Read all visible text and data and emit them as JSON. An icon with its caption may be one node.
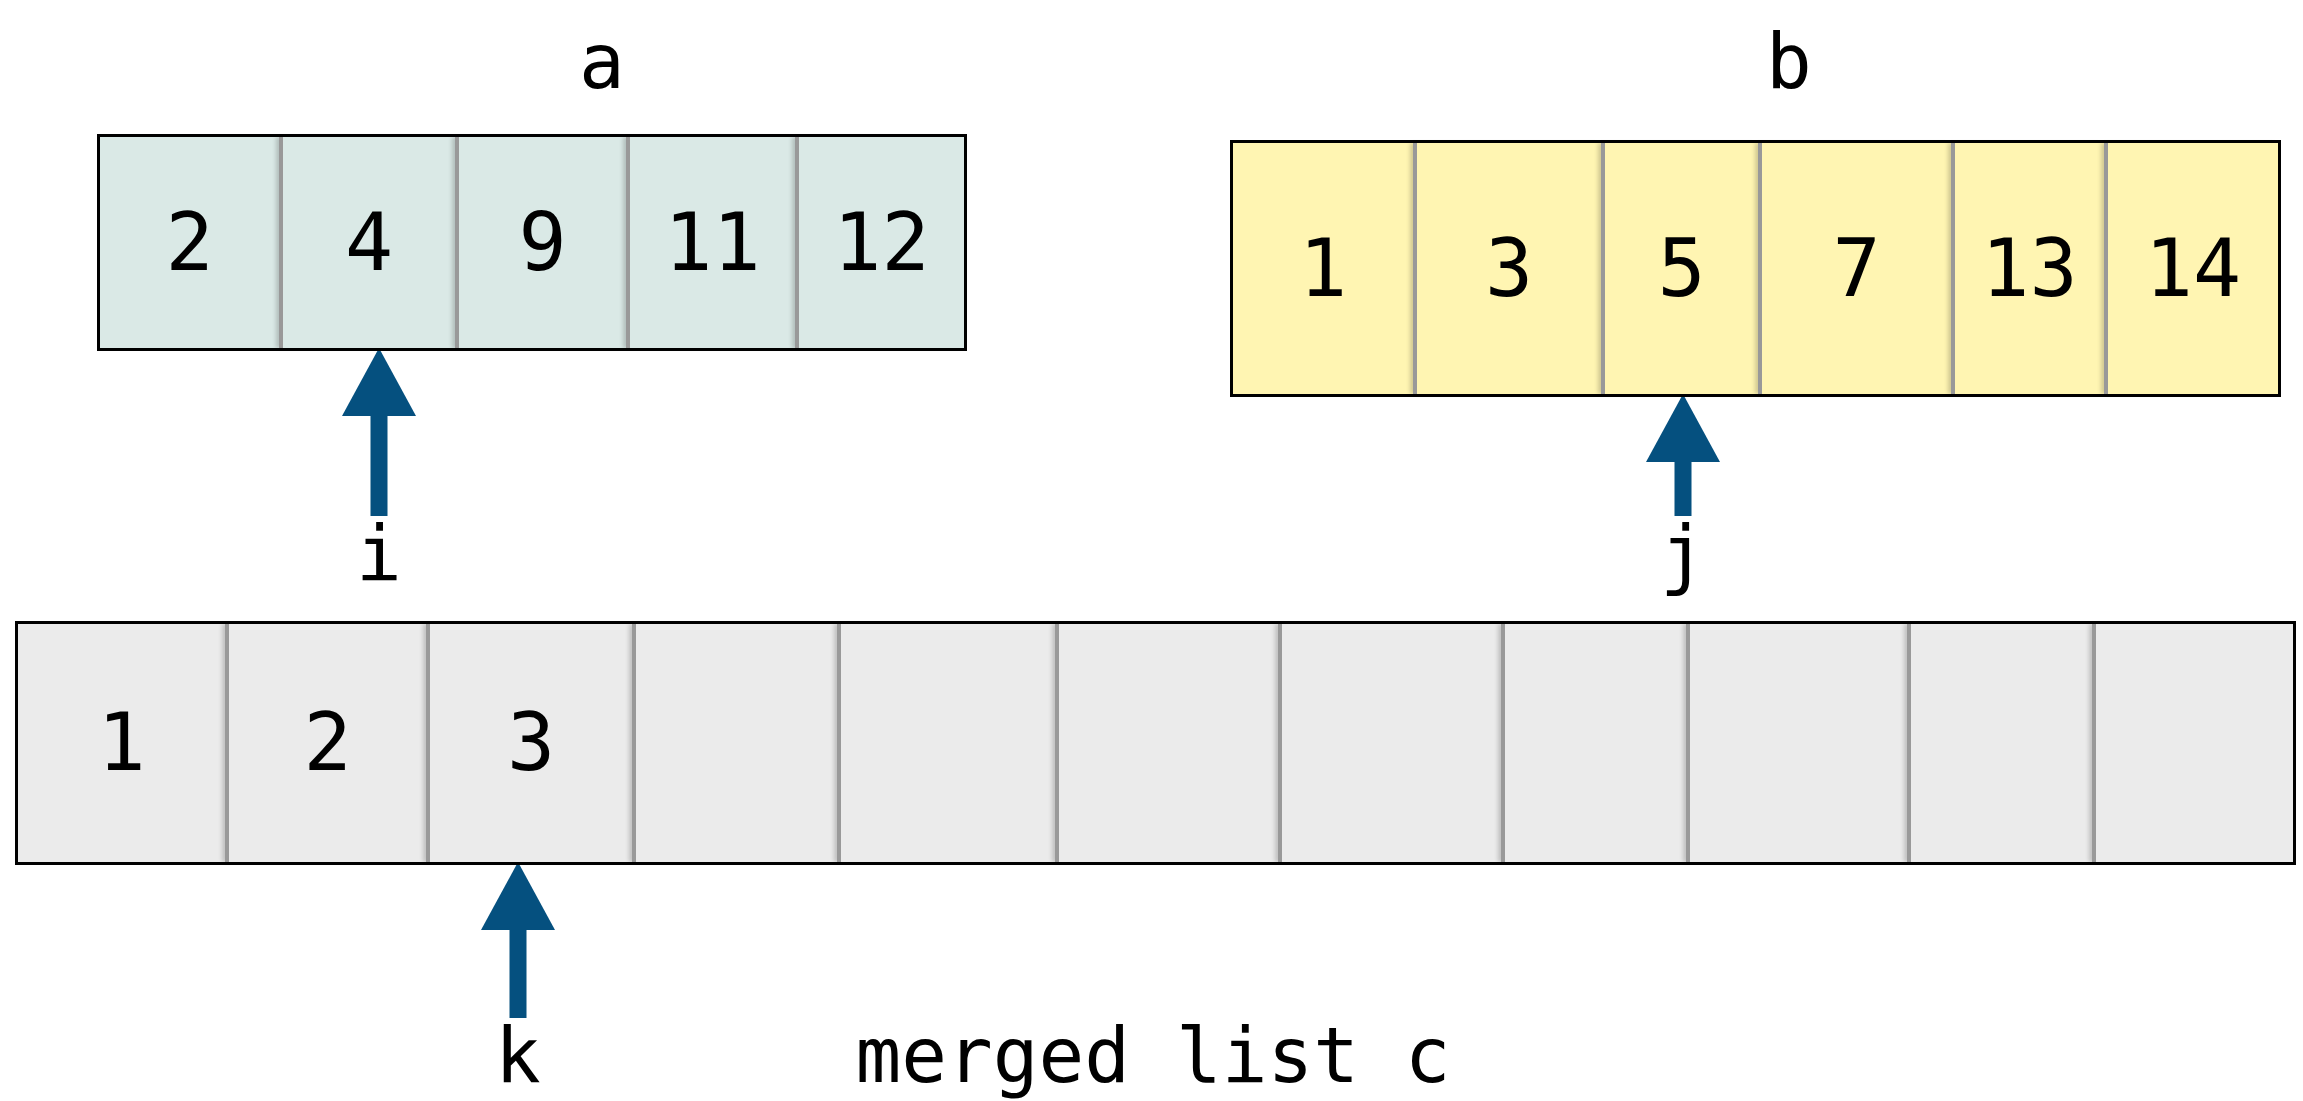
{
  "diagram": {
    "nodes": [
      {
        "text": [
          "a"
        ]
      },
      {
        "text": [
          "2"
        ],
        "in": 0
      },
      {
        "text": [
          "4"
        ],
        "in": 0
      },
      {
        "text": [
          "9"
        ],
        "in": 0
      },
      {
        "text": [
          "11"
        ],
        "in": 0
      },
      {
        "text": [
          "12"
        ],
        "in": 0
      },
      {
        "text": [
          "b"
        ]
      },
      {
        "text": [
          "1"
        ],
        "in": 6
      },
      {
        "text": [
          "3"
        ],
        "in": 6
      },
      {
        "text": [
          "5"
        ],
        "in": 6
      },
      {
        "text": [
          "7"
        ],
        "in": 6
      },
      {
        "text": [
          "13"
        ],
        "in": 6
      },
      {
        "text": [
          "14"
        ],
        "in": 6
      },
      {
        "text": [
          "i"
        ]
      },
      {
        "text": [
          "j"
        ]
      },
      {
        "text": [
          "merged list c"
        ]
      },
      {
        "text": [
          "1"
        ],
        "in": 15
      },
      {
        "text": [
          "2"
        ],
        "in": 15
      },
      {
        "text": [
          "3"
        ],
        "in": 15
      },
      {
        "text": [],
        "shape": "box",
        "in": 15
      },
      {
        "text": [],
        "shape": "box",
        "in": 15
      },
      {
        "text": [],
        "shape": "box",
        "in": 15
      },
      {
        "text": [],
        "shape": "box",
        "in": 15
      },
      {
        "text": [],
        "shape": "box",
        "in": 15
      },
      {
        "text": [],
        "shape": "box",
        "in": 15
      },
      {
        "text": [],
        "shape": "box",
        "in": 15
      },
      {
        "text": [],
        "shape": "box",
        "in": 15
      },
      {
        "text": [
          "k"
        ]
      }
    ],
    "edges": [
      {
        "from": 13,
        "to": 2,
        "arrow": "to"
      },
      {
        "from": 14,
        "to": 9,
        "arrow": "to"
      },
      {
        "from": 27,
        "to": 18,
        "arrow": "to"
      }
    ]
  }
}
